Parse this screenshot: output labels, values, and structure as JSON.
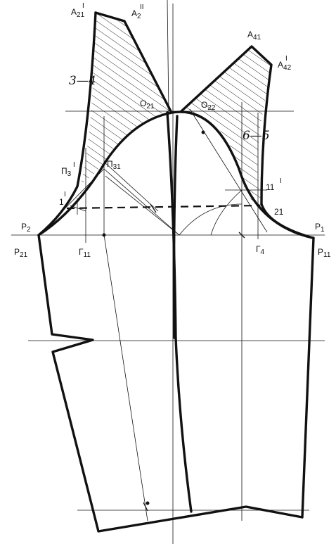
{
  "labels": {
    "a21": "A",
    "a21_sub": "21",
    "a21_sup": "I",
    "a2": "A",
    "a2_sub": "2",
    "a2_sup": "II",
    "a41": "A",
    "a41_sub": "41",
    "a42": "A",
    "a42_sub": "42",
    "a42_sup": "I",
    "o21": "O",
    "o21_sub": "21",
    "o22": "O",
    "o22_sub": "22",
    "p3": "П",
    "p3_sub": "3",
    "p3_sup": "I",
    "p31": "П",
    "p31_sub": "31",
    "one": "1",
    "one_sup": "I",
    "eleven": "11",
    "eleven_sup": "I",
    "twentyone": "21",
    "p2": "P",
    "p2_sub": "2",
    "p21": "P",
    "p21_sub": "21",
    "g11": "Г",
    "g11_sub": "11",
    "g4": "Г",
    "g4_sub": "4",
    "p1": "P",
    "p1_sub": "1",
    "p11": "P",
    "p11_sub": "11",
    "hand_34": "3—4",
    "hand_65": "6—5"
  },
  "colors": {
    "ink": "#111111",
    "paper": "#ffffff"
  }
}
